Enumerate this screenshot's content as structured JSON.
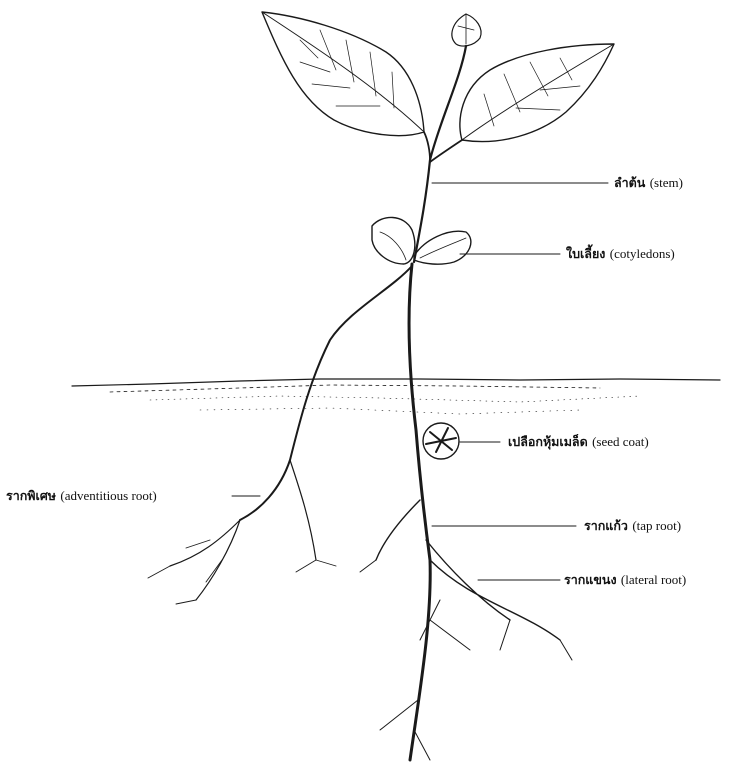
{
  "labels": {
    "stem": {
      "thai": "ลำต้น",
      "en": "(stem)"
    },
    "cotyledons": {
      "thai": "ใบเลี้ยง",
      "en": "(cotyledons)"
    },
    "seed_coat": {
      "thai": "เปลือกหุ้มเมล็ด",
      "en": "(seed coat)"
    },
    "adventitious_root": {
      "thai": "รากพิเศษ",
      "en": "(adventitious root)"
    },
    "tap_root": {
      "thai": "รากแก้ว",
      "en": "(tap root)"
    },
    "lateral_root": {
      "thai": "รากแขนง",
      "en": "(lateral root)"
    }
  }
}
